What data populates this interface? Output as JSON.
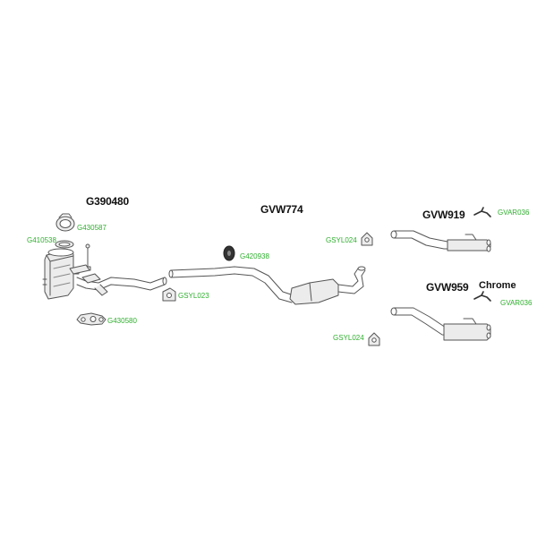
{
  "assemblies": {
    "g390480": "G390480",
    "gvw774": "GVW774",
    "gvw919": "GVW919",
    "gvw959": "GVW959"
  },
  "parts": {
    "g430587": "G430587",
    "g410538": "G410538",
    "g430580": "G430580",
    "gsyl023": "GSYL023",
    "g420938": "G420938",
    "gsyl024_top": "GSYL024",
    "gsyl024_bottom": "GSYL024",
    "gvar036_top": "GVAR036",
    "gvar036_bottom": "GVAR036"
  },
  "chrome_label": "Chrome",
  "colors": {
    "part_label": "#2fae2f",
    "line": "#555555",
    "fill": "#ececec",
    "dark_part": "#333333"
  }
}
